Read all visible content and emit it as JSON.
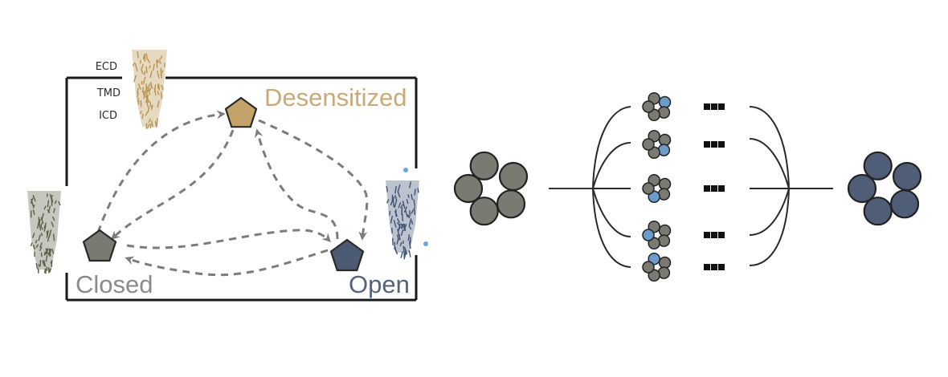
{
  "figure": {
    "left_panel": {
      "domain_labels": [
        "ECD",
        "TMD",
        "ICD"
      ],
      "states": [
        {
          "key": "desensitized",
          "label": "Desensitized",
          "color": "#c4a26a",
          "label_color": "#c9a978"
        },
        {
          "key": "closed",
          "label": "Closed",
          "color": "#7a7a72",
          "label_color": "#8c8c86"
        },
        {
          "key": "open",
          "label": "Open",
          "color": "#4c5a74",
          "label_color": "#56637d"
        }
      ],
      "transitions": [
        {
          "from": "closed",
          "to": "desensitized"
        },
        {
          "from": "desensitized",
          "to": "closed"
        },
        {
          "from": "desensitized",
          "to": "open"
        },
        {
          "from": "open",
          "to": "desensitized"
        },
        {
          "from": "closed",
          "to": "open"
        },
        {
          "from": "open",
          "to": "closed"
        }
      ],
      "structure_colors": {
        "desensitized": "#b8934e",
        "closed": "#5e5e48",
        "open": "#3f5272",
        "ligand": "#6aa6d8"
      }
    },
    "right_panel": {
      "start_pentamer_color": "#7a7a72",
      "end_pentamer_color": "#4f5d77",
      "bound_subunit_color": "#6b9ccc",
      "intermediates": [
        {
          "bound_subunit_index": 1
        },
        {
          "bound_subunit_index": 2
        },
        {
          "bound_subunit_index": 3
        },
        {
          "bound_subunit_index": 4
        },
        {
          "bound_subunit_index": 0
        }
      ],
      "ellipsis_symbol": "■■■"
    }
  }
}
